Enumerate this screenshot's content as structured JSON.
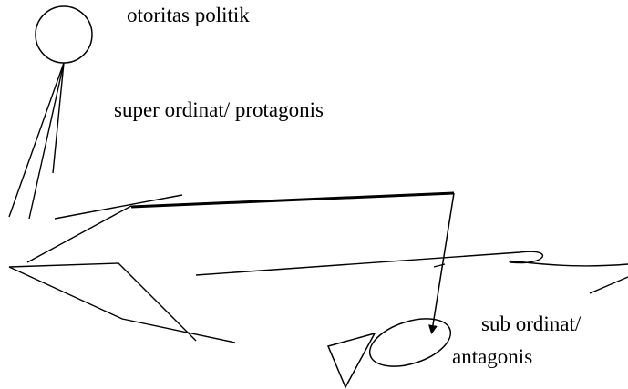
{
  "labels": {
    "top": "otoritas politik",
    "middle": "super ordinat/ protagonis",
    "bottom_line1": "sub ordinat/",
    "bottom_line2": "antagonis"
  },
  "colors": {
    "stroke": "#000000",
    "background": "#ffffff"
  },
  "symbols": {
    "top": "circle-head-icon",
    "bottom": "fish-icon"
  }
}
